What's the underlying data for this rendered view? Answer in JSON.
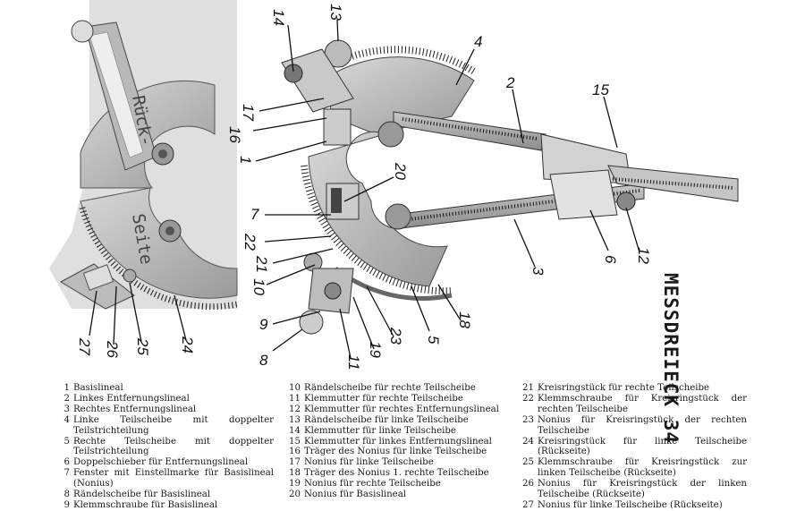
{
  "side_title": "MESSDREIECK 34",
  "left_view_labels": {
    "top": "Rück-",
    "bottom": "Seite"
  },
  "callouts": [
    "1",
    "2",
    "3",
    "4",
    "5",
    "6",
    "7",
    "8",
    "9",
    "10",
    "11",
    "12",
    "13",
    "14",
    "15",
    "16",
    "17",
    "18",
    "19",
    "20",
    "21",
    "22",
    "23",
    "24",
    "25",
    "26",
    "27"
  ],
  "legend": [
    {
      "num": "1",
      "text": "Basislineal"
    },
    {
      "num": "2",
      "text": "Linkes Entfernungslineal"
    },
    {
      "num": "3",
      "text": "Rechtes Entfernungslineal"
    },
    {
      "num": "4",
      "text": "Linke Teilscheibe mit doppelter Teilstrichteilung"
    },
    {
      "num": "5",
      "text": "Rechte Teilscheibe mit doppelter Teilstrichteilung"
    },
    {
      "num": "6",
      "text": "Doppelschieber für Entfernungslineal"
    },
    {
      "num": "7",
      "text": "Fenster mit Einstellmarke für Basislineal (Nonius)"
    },
    {
      "num": "8",
      "text": "Rändelscheibe für Basislineal"
    },
    {
      "num": "9",
      "text": "Klemmschraube für Basislineal"
    },
    {
      "num": "10",
      "text": "Rändelscheibe für rechte Teilscheibe"
    },
    {
      "num": "11",
      "text": "Klemmutter für rechte Teilscheibe"
    },
    {
      "num": "12",
      "text": "Klemmutter für rechtes Entfernungslineal"
    },
    {
      "num": "13",
      "text": "Rändelscheibe für linke Teilscheibe"
    },
    {
      "num": "14",
      "text": "Klemmutter für linke Teilscheibe"
    },
    {
      "num": "15",
      "text": "Klemmutter für linkes Entfernungslineal"
    },
    {
      "num": "16",
      "text": "Träger des Nonius für linke Teilscheibe"
    },
    {
      "num": "17",
      "text": "Nonius für linke Teilscheibe"
    },
    {
      "num": "18",
      "text": "Träger des Nonius 1. rechte Teilscheibe"
    },
    {
      "num": "19",
      "text": "Nonius für rechte Teilscheibe"
    },
    {
      "num": "20",
      "text": "Nonius für Basislineal"
    },
    {
      "num": "21",
      "text": "Kreisringstück für rechte Teilscheibe"
    },
    {
      "num": "22",
      "text": "Klemmschraube für Kreisringstück der rechten Teilscheibe"
    },
    {
      "num": "23",
      "text": "Nonius für Kreisringstück der rechten Teilscheibe"
    },
    {
      "num": "24",
      "text": "Kreisringstück für linke Teilscheibe (Rückseite)"
    },
    {
      "num": "25",
      "text": "Klemmschraube für Kreisringstück zur linken Teilscheibe (Rückseite)"
    },
    {
      "num": "26",
      "text": "Nonius für Kreisringstück der linken Teilscheibe (Rückseite)"
    },
    {
      "num": "27",
      "text": "Nonius für linke Teilscheibe (Rückseite)"
    }
  ]
}
